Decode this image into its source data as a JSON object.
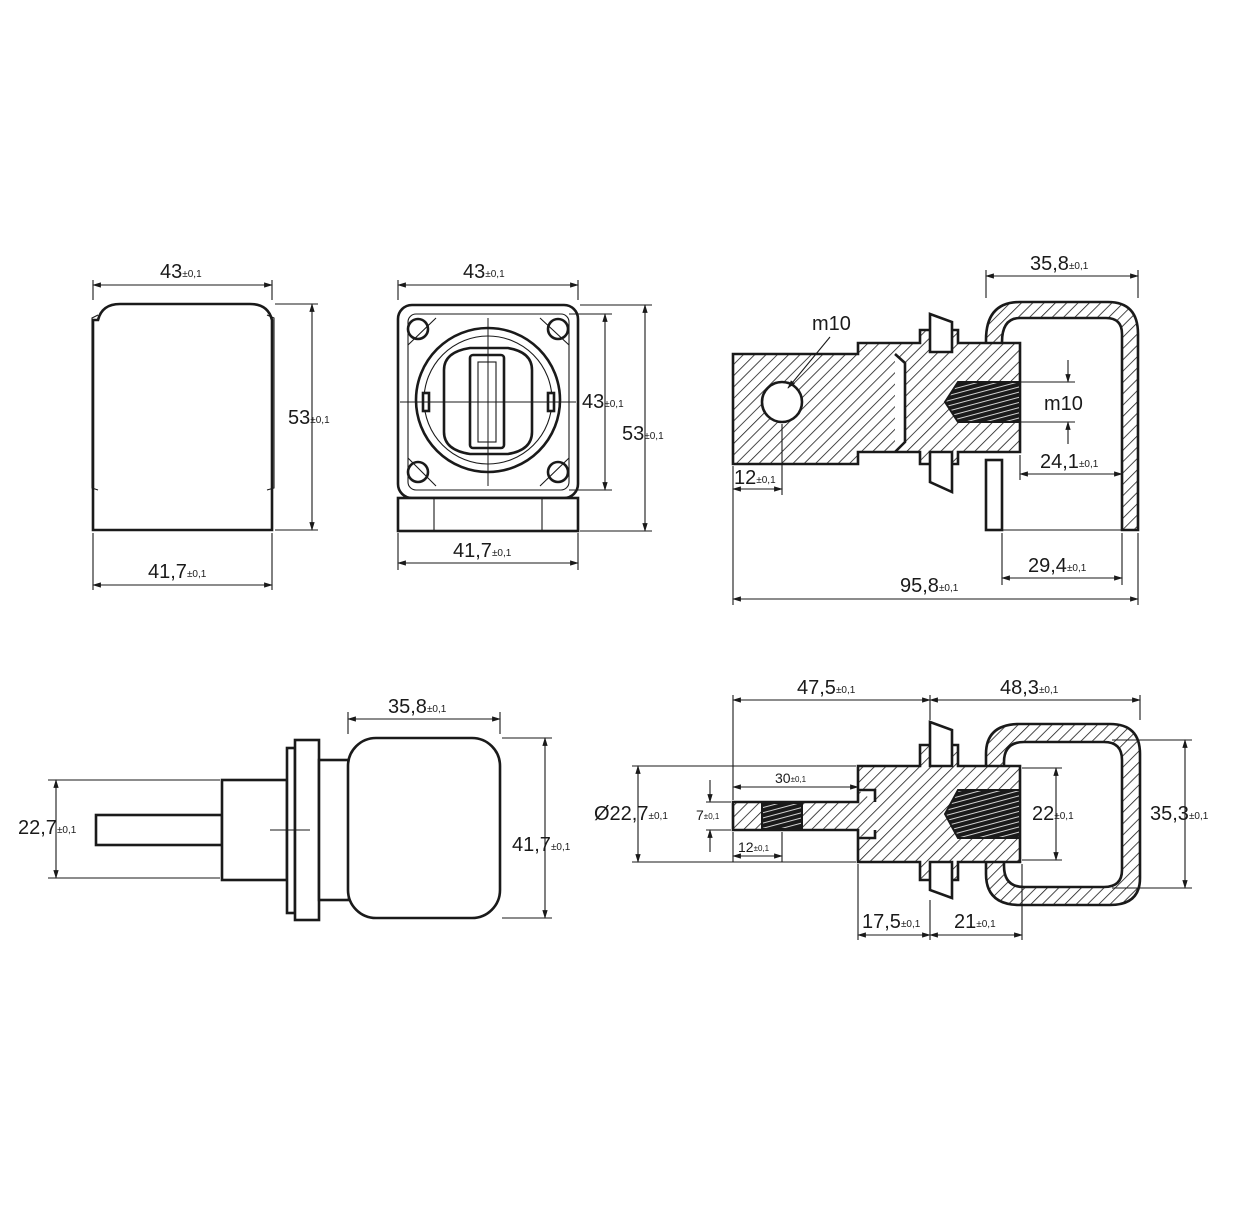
{
  "colors": {
    "line": "#1a1a1a",
    "background": "#ffffff"
  },
  "views": {
    "front": {
      "width_top": "43",
      "width_top_tol": "±0,1",
      "height": "53",
      "height_tol": "±0,1",
      "width_bottom": "41,7",
      "width_bottom_tol": "±0,1"
    },
    "flange": {
      "width_top": "43",
      "width_top_tol": "±0,1",
      "inner_height": "43",
      "inner_height_tol": "±0,1",
      "height": "53",
      "height_tol": "±0,1",
      "width_bottom": "41,7",
      "width_bottom_tol": "±0,1"
    },
    "section_side": {
      "top_width": "35,8",
      "top_width_tol": "±0,1",
      "hole_label": "m10",
      "thread_label": "m10",
      "hole_offset": "12",
      "hole_offset_tol": "±0,1",
      "depth": "24,1",
      "depth_tol": "±0,1",
      "base_width": "29,4",
      "base_width_tol": "±0,1",
      "total_length": "95,8",
      "total_length_tol": "±0,1"
    },
    "top_view": {
      "body_width": "35,8",
      "body_width_tol": "±0,1",
      "shaft_dia": "22,7",
      "shaft_dia_tol": "±0,1",
      "body_height": "41,7",
      "body_height_tol": "±0,1"
    },
    "section_top": {
      "left_length": "47,5",
      "left_length_tol": "±0,1",
      "right_length": "48,3",
      "right_length_tol": "±0,1",
      "rod_length": "30",
      "rod_length_tol": "±0,1",
      "outer_dia": "Ø22,7",
      "outer_dia_tol": "±0,1",
      "rod_dia": "7",
      "rod_dia_tol": "±0,1",
      "thread_len": "12",
      "thread_len_tol": "±0,1",
      "inner_dia": "22",
      "inner_dia_tol": "±0,1",
      "cap_height": "35,3",
      "cap_height_tol": "±0,1",
      "collar": "17,5",
      "collar_tol": "±0,1",
      "nut": "21",
      "nut_tol": "±0,1"
    }
  }
}
